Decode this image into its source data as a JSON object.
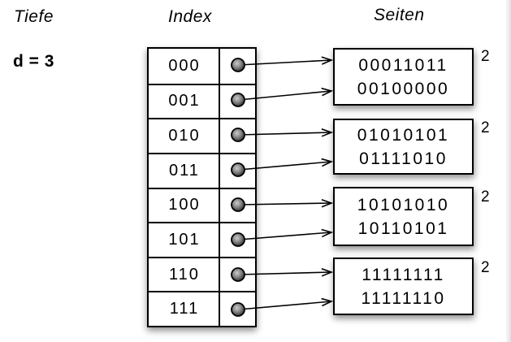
{
  "labels": {
    "tiefe": "Tiefe",
    "depth_value": "d = 3",
    "index": "Index",
    "seiten": "Seiten"
  },
  "index_table": {
    "entries": [
      "000",
      "001",
      "010",
      "011",
      "100",
      "101",
      "110",
      "111"
    ]
  },
  "pages": [
    {
      "lines": [
        "00011011",
        "00100000"
      ],
      "local_depth": "2"
    },
    {
      "lines": [
        "01010101",
        "01111010"
      ],
      "local_depth": "2"
    },
    {
      "lines": [
        "10101010",
        "10110101"
      ],
      "local_depth": "2"
    },
    {
      "lines": [
        "11111111",
        "11111110"
      ],
      "local_depth": "2"
    }
  ],
  "links": [
    {
      "from": "000",
      "to_page": 0
    },
    {
      "from": "001",
      "to_page": 0
    },
    {
      "from": "010",
      "to_page": 1
    },
    {
      "from": "011",
      "to_page": 1
    },
    {
      "from": "100",
      "to_page": 2
    },
    {
      "from": "101",
      "to_page": 2
    },
    {
      "from": "110",
      "to_page": 3
    },
    {
      "from": "111",
      "to_page": 3
    }
  ],
  "colors": {
    "ink": "#000000",
    "background": "#ffffff",
    "dot_highlight": "#c8c8c8",
    "dot_dark": "#1e1e1e"
  }
}
